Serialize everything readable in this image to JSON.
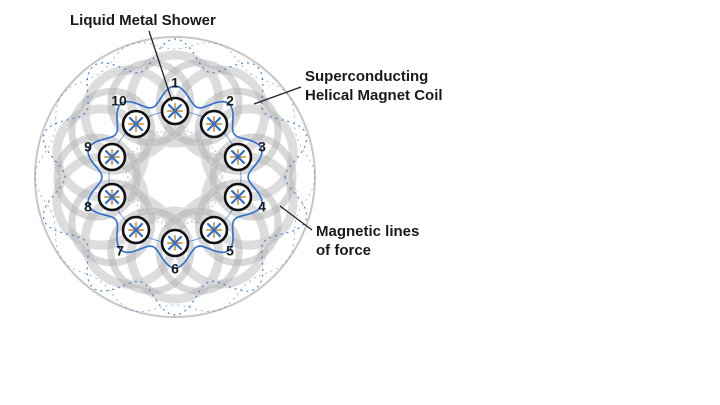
{
  "figure": {
    "labels": {
      "liquid_metal_shower": "Liquid Metal Shower",
      "coil_line1": "Superconducting",
      "coil_line2": "Helical Magnet Coil",
      "field_line1": "Magnetic lines",
      "field_line2": "of force"
    },
    "positions": [
      "1",
      "2",
      "3",
      "4",
      "5",
      "6",
      "7",
      "8",
      "9",
      "10"
    ],
    "colors": {
      "field_blue": "#2e6fce",
      "field_blue_light": "#7da8e0",
      "coil_gray_light": "#d4d4d4",
      "coil_gray_dark": "#b2b2b2",
      "outline_gray": "#c7c7c7",
      "shower_orange": "#d9a45e",
      "nozzle_black": "#111111",
      "text_color": "#1a1a1a",
      "leader_color": "#222222"
    }
  }
}
